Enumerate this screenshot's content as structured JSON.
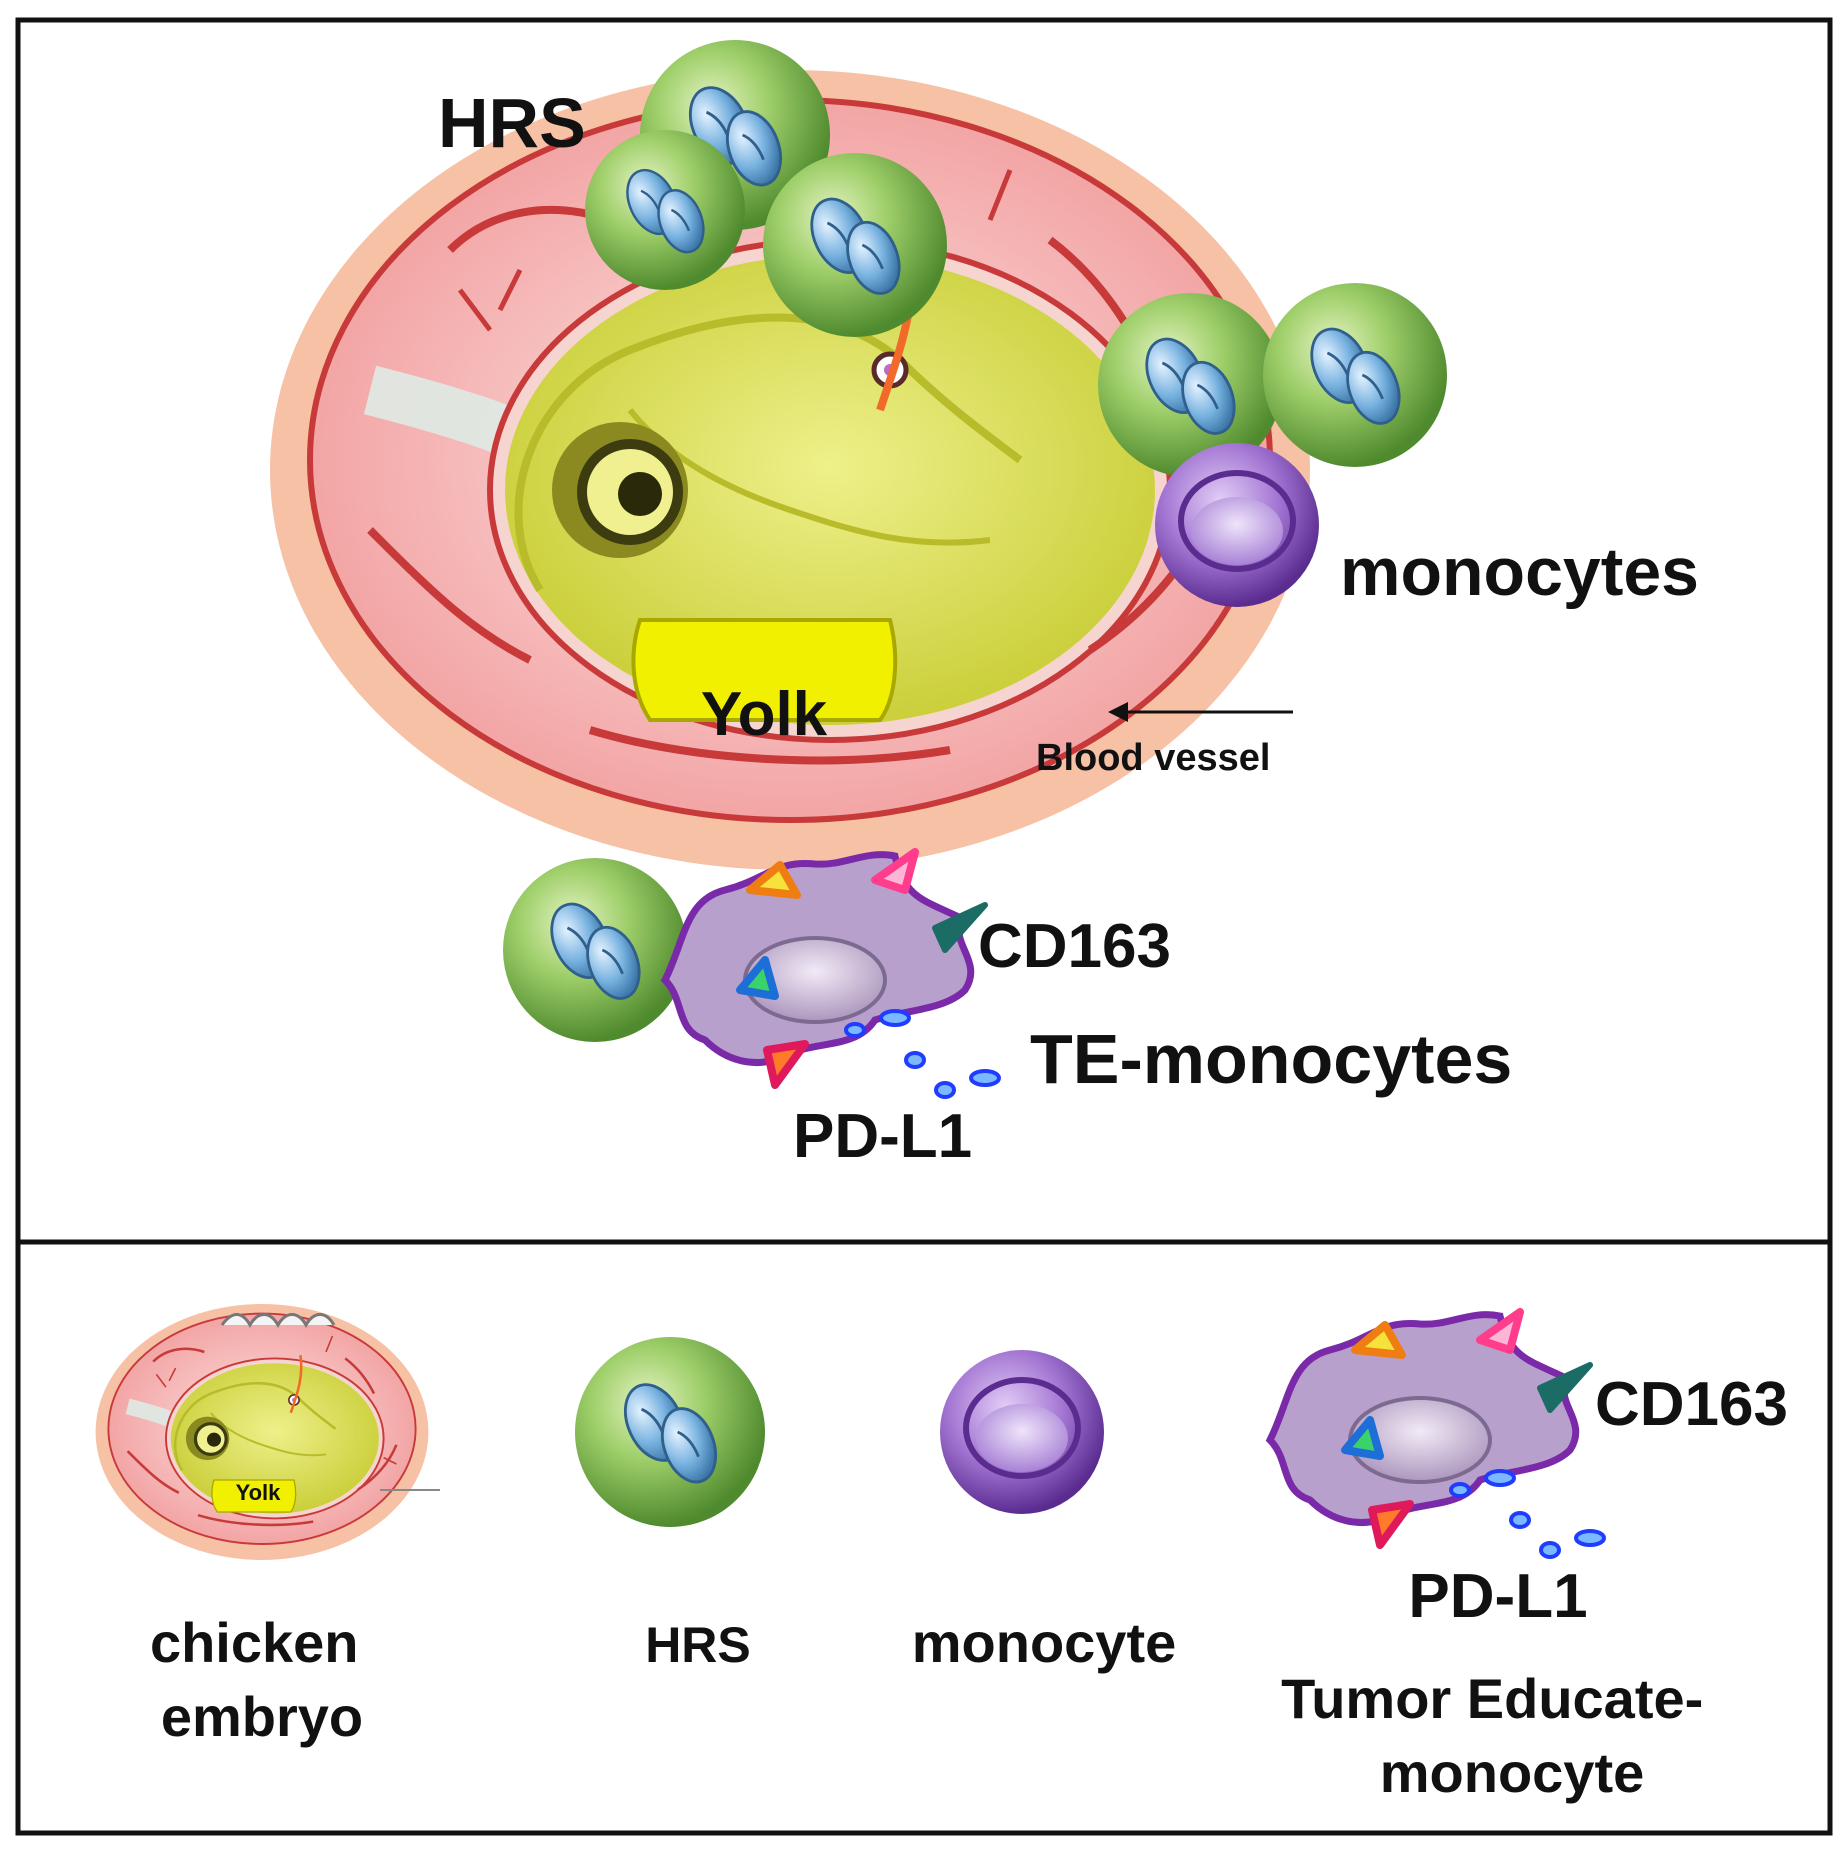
{
  "labels": {
    "hrs_top": "HRS",
    "monocytes_top": "monocytes",
    "yolk_top": "Yolk",
    "blood_vessel": "Blood vessel",
    "cd163_top": "CD163",
    "te_monocytes": "TE-monocytes",
    "pdl1_top": "PD-L1"
  },
  "legend": {
    "embryo_line1": "chicken",
    "embryo_line2": "embryo",
    "embryo_yolk": "Yolk",
    "hrs": "HRS",
    "monocyte": "monocyte",
    "cd163": "CD163",
    "pdl1": "PD-L1",
    "tem_line1": "Tumor Educate-",
    "tem_line2": "monocyte"
  },
  "colors": {
    "egg_outer": "#f6b596",
    "membrane": "#f4a8a8",
    "vessel": "#c83a3a",
    "embryo": "#d8dc4a",
    "yolk": "#f0f000",
    "hrs_cell": "#8cc05a",
    "hrs_nucleus": "#6aa6d8",
    "monocyte": "#9a6ac8",
    "te_body": "#b49ac8",
    "te_outline": "#7a2aa8",
    "particle": "#1f3cff"
  }
}
